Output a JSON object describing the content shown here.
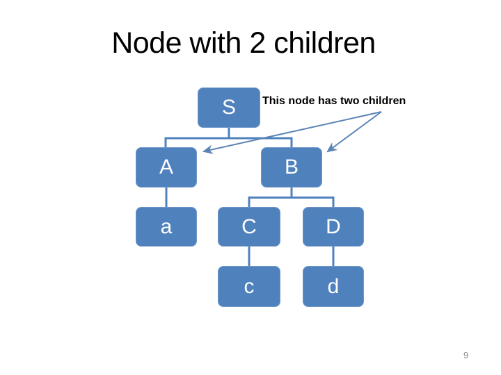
{
  "slide": {
    "title": "Node with 2 children",
    "page_number": "9"
  },
  "annotation": {
    "text": "This node has two children",
    "points_to": [
      "A",
      "B"
    ]
  },
  "diagram": {
    "type": "tree",
    "node_fill_color": "#4F81BD",
    "connector_color": "#4F81BD",
    "arrow_color": "#5B84B5",
    "node_text_color": "#FFFFFF",
    "nodes": [
      {
        "id": "S",
        "label": "S",
        "children": [
          "A",
          "B"
        ]
      },
      {
        "id": "A",
        "label": "A",
        "children": [
          "a"
        ]
      },
      {
        "id": "B",
        "label": "B",
        "children": [
          "C",
          "D"
        ]
      },
      {
        "id": "a",
        "label": "a",
        "children": []
      },
      {
        "id": "C",
        "label": "C",
        "children": [
          "c"
        ]
      },
      {
        "id": "D",
        "label": "D",
        "children": [
          "d"
        ]
      },
      {
        "id": "c",
        "label": "c",
        "children": []
      },
      {
        "id": "d",
        "label": "d",
        "children": []
      }
    ]
  }
}
